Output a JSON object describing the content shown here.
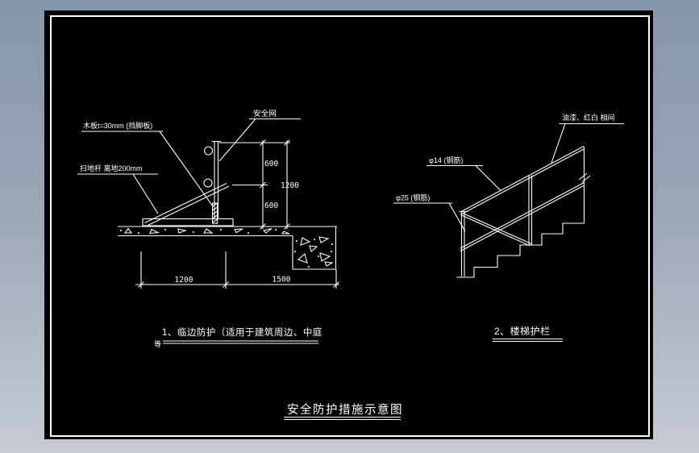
{
  "title_block": {
    "text": "安全防护措施示意图"
  },
  "drawing1": {
    "caption_line1": "1、临边防护（适用于建筑周边、中庭",
    "caption_line2": "等",
    "labels": {
      "safety_net": "安全网",
      "toe_board": "木板t=30mm (挡脚板)",
      "sweep_rod": "扫地杆 离地200mm"
    },
    "dims": {
      "upper_segment": "600",
      "lower_segment": "600",
      "overall_height": "1200",
      "width_left": "1200",
      "width_right": "1500"
    }
  },
  "drawing2": {
    "caption": "2、楼梯护栏",
    "labels": {
      "paint": "油漆、红白 相间",
      "rebar_14": "φ14 (钢筋)",
      "rebar_25": "φ25 (钢筋)"
    }
  },
  "colors": {
    "line": "#ffffff",
    "canvas": "#000000",
    "frame_top": "#8595aa",
    "frame_bottom": "#c6cbd5"
  }
}
